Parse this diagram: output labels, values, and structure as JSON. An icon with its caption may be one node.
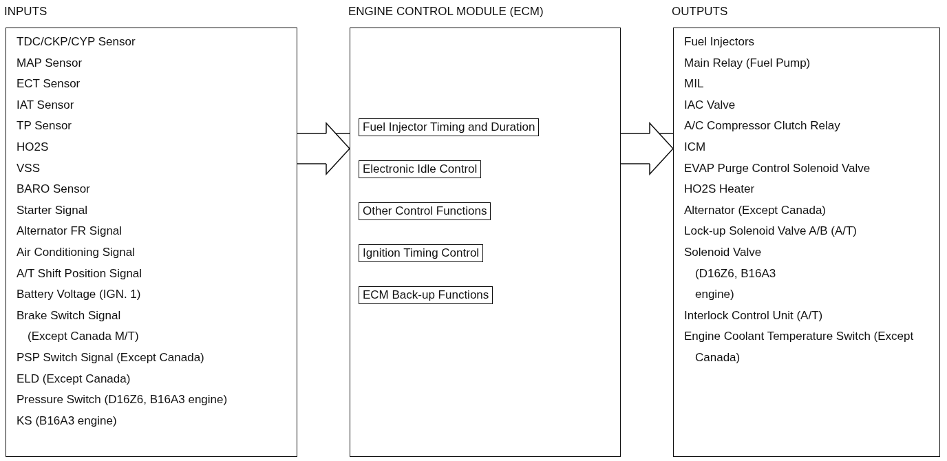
{
  "diagram": {
    "nodes": [
      {
        "text": [
          "INPUTS",
          "TDC/CKP/CYP Sensor",
          "MAP Sensor",
          "ECT Sensor",
          "IAT Sensor",
          "TP Sensor",
          "HO2S",
          "VSS",
          "BARO Sensor",
          "Starter Signal",
          "Alternator FR Signal",
          "Air Conditioning Signal",
          "A/T Shift Position Signal",
          "Battery Voltage (IGN. 1)",
          "Brake Switch Signal (Except Canada M/T)",
          "PSP Switch Signal (Except Canada)",
          "ELD (Except Canada)",
          "Pressure Switch (D16Z6, B16A3 engine)",
          "KS (B16A3 engine)"
        ]
      },
      {
        "text": [
          "ENGINE CONTROL MODULE (ECM)"
        ]
      },
      {
        "text": [
          "Fuel Injector Timing and Duration"
        ],
        "in": 1
      },
      {
        "text": [
          "Electronic Idle Control"
        ],
        "in": 1
      },
      {
        "text": [
          "Other Control Functions"
        ],
        "in": 1
      },
      {
        "text": [
          "Ignition Timing Control"
        ],
        "in": 1
      },
      {
        "text": [
          "ECM Back-up Functions"
        ],
        "in": 1
      },
      {
        "text": [
          "OUTPUTS",
          "Fuel Injectors",
          "Main Relay (Fuel Pump)",
          "MIL",
          "IAC Valve",
          "A/C Compressor Clutch Relay",
          "ICM",
          "EVAP Purge Control Solenoid Valve",
          "HO2S Heater",
          "Alternator (Except Canada)",
          "Lock-up Solenoid Valve A/B (A/T)",
          "Solenoid Valve (D16Z6, B16A3 engine)",
          "Interlock Control Unit (A/T)",
          "Engine Coolant Temperature Switch (Except Canada)"
        ]
      }
    ],
    "edges": [
      {
        "from": 0,
        "to": 1,
        "arrow": "to"
      },
      {
        "from": 1,
        "to": 7,
        "arrow": "to"
      }
    ]
  }
}
